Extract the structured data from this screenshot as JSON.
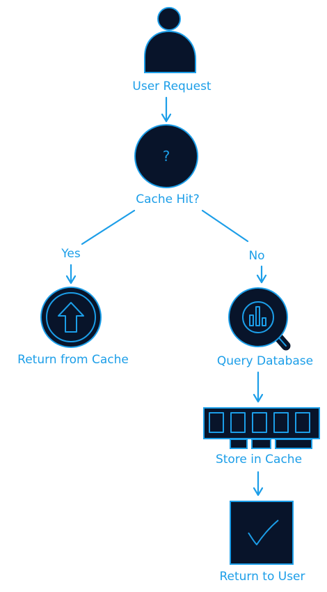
{
  "nodes": {
    "user_request": {
      "label": "User Request",
      "icon": "user-icon"
    },
    "cache_hit": {
      "label": "Cache Hit?",
      "icon_text": "?",
      "icon": "question-icon"
    },
    "return_from_cache": {
      "label": "Return from Cache",
      "icon": "arrow-up-icon"
    },
    "query_database": {
      "label": "Query Database",
      "icon": "chart-search-icon"
    },
    "store_in_cache": {
      "label": "Store in Cache",
      "icon": "memory-icon"
    },
    "return_to_user": {
      "label": "Return to User",
      "icon": "checkmark-icon"
    }
  },
  "edges": {
    "yes_label": "Yes",
    "no_label": "No"
  },
  "colors": {
    "accent": "#1c9ee8",
    "node_fill": "#08142a",
    "background": "#ffffff"
  }
}
